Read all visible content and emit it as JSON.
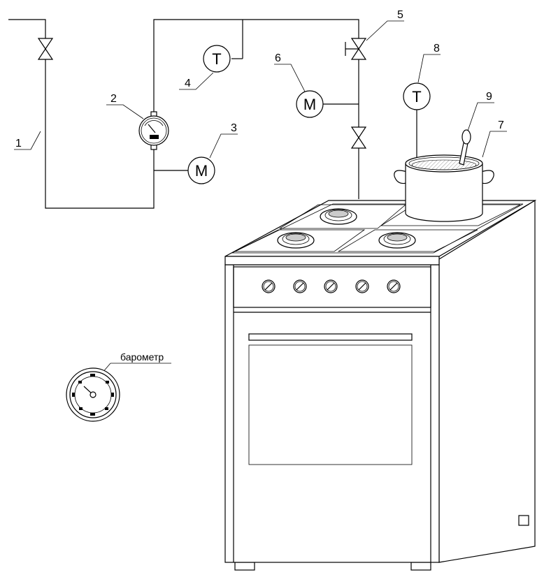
{
  "callouts": [
    "1",
    "2",
    "3",
    "4",
    "5",
    "6",
    "7",
    "8",
    "9"
  ],
  "symbols": {
    "thermometer": "T",
    "manometer": "M"
  },
  "barometer_label": "барометр",
  "icons": [
    "valve-icon",
    "pressure-gauge-icon",
    "barometer-icon",
    "burner-icon",
    "knob-icon",
    "pot-icon",
    "spoon-icon"
  ]
}
